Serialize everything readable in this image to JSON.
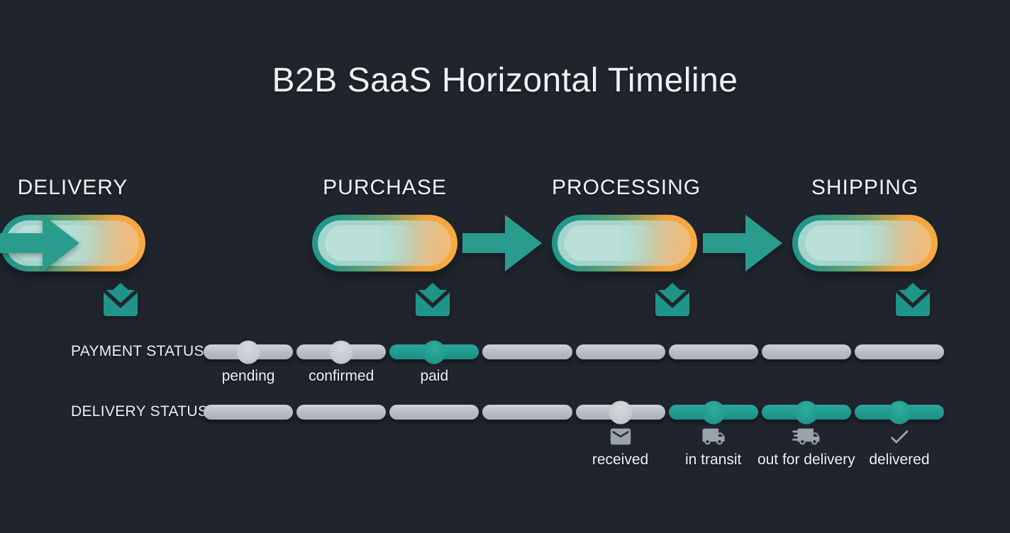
{
  "title": "B2B SaaS Horizontal Timeline",
  "colors": {
    "background": "#20252d",
    "teal": "#219c8f",
    "orange": "#f2a440",
    "mint": "#a4d5cb",
    "gray_bar": "#b5bcc4",
    "icon_gray": "#9aa2ab",
    "text_white": "#eff2f4"
  },
  "stages": [
    {
      "label": "PURCHASE",
      "badge_icon": "mail-open-icon"
    },
    {
      "label": "PROCESSING",
      "badge_icon": "mail-open-icon"
    },
    {
      "label": "SHIPPING",
      "badge_icon": "mail-open-icon"
    },
    {
      "label": "DELIVERY",
      "badge_icon": "mail-open-icon"
    }
  ],
  "rows": [
    {
      "label": "PAYMENT STATUS",
      "segments": [
        {
          "color": "gray",
          "knob": true,
          "label": "pending"
        },
        {
          "color": "gray",
          "knob": true,
          "label": "confirmed"
        },
        {
          "color": "teal",
          "knob": true,
          "label": "paid"
        },
        {
          "color": "gray"
        },
        {
          "color": "gray"
        },
        {
          "color": "gray"
        },
        {
          "color": "gray"
        },
        {
          "color": "gray"
        }
      ]
    },
    {
      "label": "DELIVERY STATUS",
      "segments": [
        {
          "color": "gray"
        },
        {
          "color": "gray"
        },
        {
          "color": "gray"
        },
        {
          "color": "gray"
        },
        {
          "color": "gray",
          "knob": true,
          "label": "received",
          "icon": "mail"
        },
        {
          "color": "teal",
          "knob": true,
          "label": "in transit",
          "icon": "truck"
        },
        {
          "color": "teal",
          "knob": true,
          "label": "out for delivery",
          "icon": "truck-fast"
        },
        {
          "color": "teal",
          "knob": true,
          "label": "delivered",
          "icon": "check"
        }
      ]
    }
  ]
}
